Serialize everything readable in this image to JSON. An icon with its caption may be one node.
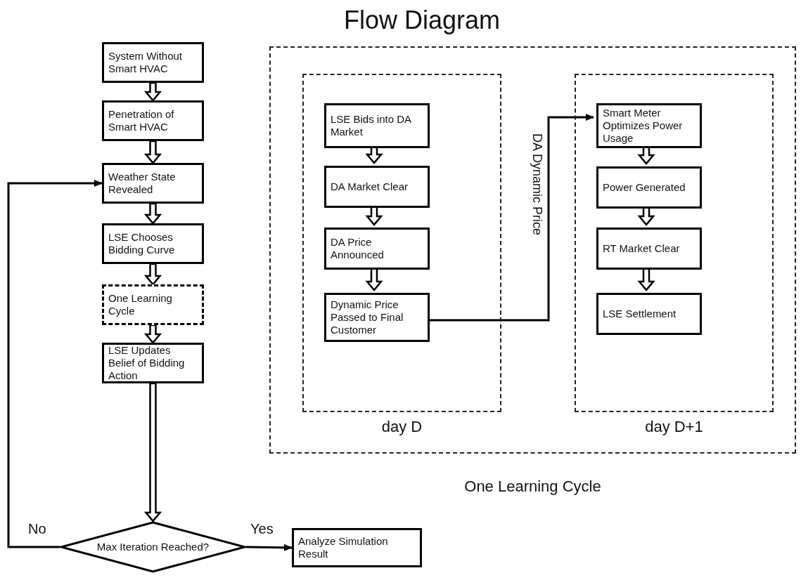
{
  "diagram": {
    "title": "Flow Diagram",
    "nodes": [
      {
        "text": [
          "System Without Smart HVAC"
        ]
      },
      {
        "text": [
          "Penetration of Smart HVAC"
        ]
      },
      {
        "text": [
          "Weather State Revealed"
        ]
      },
      {
        "text": [
          "LSE Chooses Bidding Curve"
        ]
      },
      {
        "text": [
          "One Learning Cycle"
        ]
      },
      {
        "text": [
          "LSE Updates Belief of Bidding Action"
        ]
      },
      {
        "text": [
          "Max Iteration Reached?"
        ]
      },
      {
        "text": [
          "Analyze Simulation Result"
        ]
      },
      {
        "text": [
          "One Learning Cycle"
        ]
      },
      {
        "text": [
          "day D"
        ],
        "in": 8
      },
      {
        "text": [
          "LSE Bids into DA Market"
        ],
        "in": 9
      },
      {
        "text": [
          "DA  Market Clear"
        ],
        "in": 9
      },
      {
        "text": [
          "DA  Price Announced"
        ],
        "in": 9
      },
      {
        "text": [
          "Dynamic Price Passed to Final Customer"
        ],
        "in": 9
      },
      {
        "text": [
          "day D+1"
        ],
        "in": 8
      },
      {
        "text": [
          "Smart Meter Optimizes Power Usage"
        ],
        "in": 14
      },
      {
        "text": [
          "Power Generated"
        ],
        "in": 14
      },
      {
        "text": [
          "RT Market Clear"
        ],
        "in": 14
      },
      {
        "text": [
          "LSE Settlement"
        ],
        "in": 14
      }
    ],
    "edges": [
      {
        "from": 0,
        "to": 1,
        "arrow": "to",
        "style": "thick"
      },
      {
        "from": 1,
        "to": 2,
        "arrow": "to",
        "style": "thick"
      },
      {
        "from": 2,
        "to": 3,
        "arrow": "to",
        "style": "thick"
      },
      {
        "from": 3,
        "to": 4,
        "arrow": "to",
        "style": "thick"
      },
      {
        "from": 4,
        "to": 5,
        "arrow": "to",
        "style": "thick"
      },
      {
        "from": 5,
        "to": 6,
        "arrow": "to",
        "style": "thick"
      },
      {
        "from": 6,
        "to": 2,
        "arrow": "to",
        "label": "No"
      },
      {
        "from": 6,
        "to": 7,
        "arrow": "to",
        "label": "Yes"
      },
      {
        "from": 10,
        "to": 11,
        "arrow": "to",
        "style": "thick"
      },
      {
        "from": 11,
        "to": 12,
        "arrow": "to",
        "style": "thick"
      },
      {
        "from": 12,
        "to": 13,
        "arrow": "to",
        "style": "thick"
      },
      {
        "from": 13,
        "to": 15,
        "arrow": "to",
        "label": "DA Dynamic Price"
      },
      {
        "from": 15,
        "to": 16,
        "arrow": "to",
        "style": "thick"
      },
      {
        "from": 16,
        "to": 17,
        "arrow": "to",
        "style": "thick"
      },
      {
        "from": 17,
        "to": 18,
        "arrow": "to",
        "style": "thick"
      }
    ]
  }
}
